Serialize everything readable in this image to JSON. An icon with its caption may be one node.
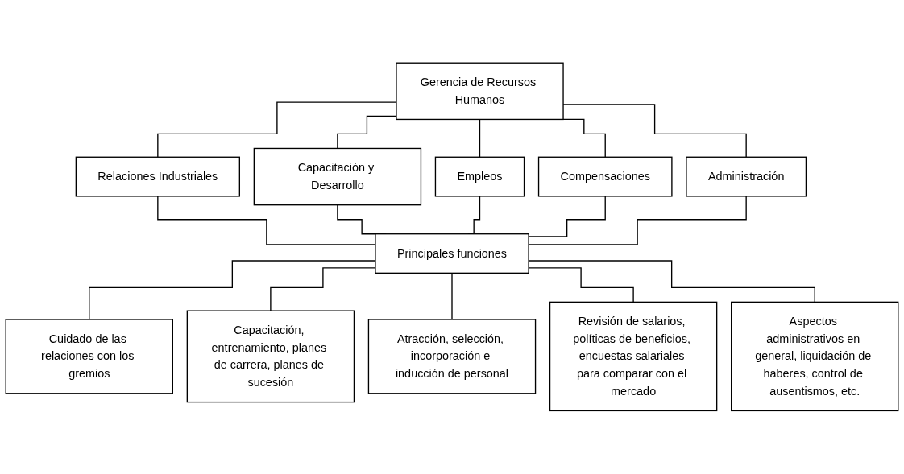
{
  "diagram": {
    "nodes": [
      {
        "text": [
          "Gerencia de Recursos Humanos"
        ]
      },
      {
        "text": [
          "Relaciones Industriales"
        ]
      },
      {
        "text": [
          "Capacitación y Desarrollo"
        ]
      },
      {
        "text": [
          "Empleos"
        ]
      },
      {
        "text": [
          "Compensaciones"
        ]
      },
      {
        "text": [
          "Administración"
        ]
      },
      {
        "text": [
          "Principales funciones"
        ]
      },
      {
        "text": [
          "Cuidado de las relaciones con los gremios"
        ]
      },
      {
        "text": [
          "Capacitación, entrenamiento, planes de carrera, planes de sucesión"
        ]
      },
      {
        "text": [
          "Atracción, selección, incorporación e inducción de personal"
        ]
      },
      {
        "text": [
          "Revisión de salarios, políticas de beneficios, encuestas salariales para comparar con el mercado"
        ]
      },
      {
        "text": [
          "Aspectos administrativos en general, liquidación de haberes, control de ausentismos, etc."
        ]
      }
    ],
    "edges": [
      {
        "from": 0,
        "to": 1,
        "arrow": "none"
      },
      {
        "from": 0,
        "to": 2,
        "arrow": "none"
      },
      {
        "from": 0,
        "to": 3,
        "arrow": "none"
      },
      {
        "from": 0,
        "to": 4,
        "arrow": "none"
      },
      {
        "from": 0,
        "to": 5,
        "arrow": "none"
      },
      {
        "from": 1,
        "to": 6,
        "arrow": "none"
      },
      {
        "from": 2,
        "to": 6,
        "arrow": "none"
      },
      {
        "from": 3,
        "to": 6,
        "arrow": "none"
      },
      {
        "from": 4,
        "to": 6,
        "arrow": "none"
      },
      {
        "from": 5,
        "to": 6,
        "arrow": "none"
      },
      {
        "from": 6,
        "to": 7,
        "arrow": "none"
      },
      {
        "from": 6,
        "to": 8,
        "arrow": "none"
      },
      {
        "from": 6,
        "to": 9,
        "arrow": "none"
      },
      {
        "from": 6,
        "to": 10,
        "arrow": "none"
      },
      {
        "from": 6,
        "to": 11,
        "arrow": "none"
      }
    ]
  }
}
